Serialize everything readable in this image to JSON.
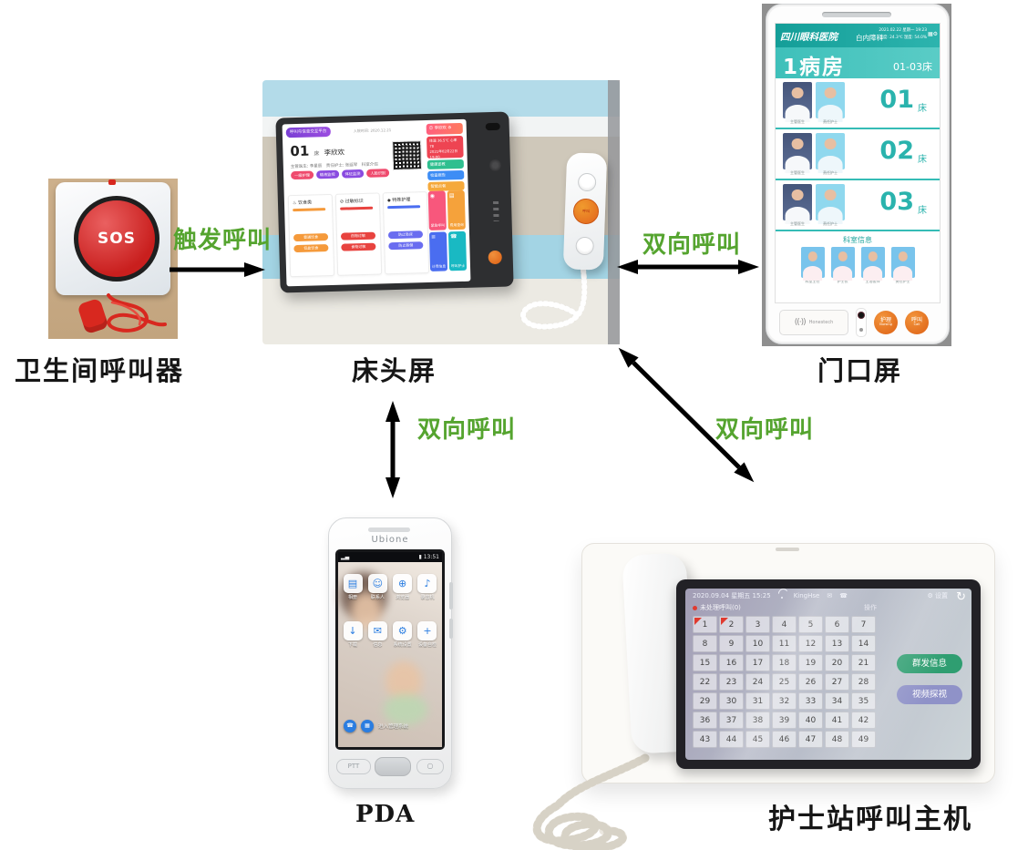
{
  "arrows": {
    "trigger": "触发呼叫",
    "bidir": "双向呼叫",
    "label_color": "#55a42f",
    "line_color": "#000000"
  },
  "captions": {
    "sos": "卫生间呼叫器",
    "bedside": "床头屏",
    "door": "门口屏",
    "pda": "PDA",
    "host": "护士站呼叫主机"
  },
  "icons": {
    "gear": "⚙",
    "calendar": "▦",
    "mail": "✉",
    "phone": "☎",
    "refresh": "↻",
    "smiley": "☺",
    "speaker_wave": "((·))",
    "battery": "▮",
    "power": "○",
    "grid": "▦"
  },
  "sos": {
    "button": "SOS"
  },
  "bedside": {
    "badge": "呼叫与信息交互平台",
    "admit": "入院时间: 2020.12.21",
    "bed_no": "01",
    "bed_word": "床",
    "patient": "李欣欢",
    "staff": "主管医生: 李星辰　责任护士: 张延琴　科室介绍",
    "pills": [
      {
        "label": "一级护理",
        "color": "#ef4b6e"
      },
      {
        "label": "输液监控",
        "color": "#8a4be0"
      },
      {
        "label": "体征监测",
        "color": "#8a4be0"
      },
      {
        "label": "人脸识别",
        "color": "#ef4b6e"
      }
    ],
    "cards": [
      {
        "title": "饮食类",
        "glyph": "♨",
        "bar": "#f59a3b",
        "p1": "普通饮食",
        "p2": "低盐饮食",
        "pc": "#f59a3b"
      },
      {
        "title": "过敏标识",
        "glyph": "⊘",
        "bar": "#e8433f",
        "p1": "药物过敏",
        "p2": "食物过敏",
        "pc": "#e8433f"
      },
      {
        "title": "特殊护理",
        "glyph": "◆",
        "bar": "#4a6df0",
        "p1": "防止坠床",
        "p2": "防止跌倒",
        "pc": "#6a6df0"
      }
    ],
    "side": {
      "name": "李欣欢",
      "line1": "体温 36.5℃ 心率 78",
      "line2": "2021年02月22日 19:00",
      "rows": [
        {
          "label": "健康宣教",
          "color": "#2fbf8f"
        },
        {
          "label": "检查报告",
          "color": "#3d8df5"
        },
        {
          "label": "智能点餐",
          "color": "#f5a93b"
        }
      ]
    },
    "tiles": [
      {
        "label": "紧急呼叫",
        "glyph": "◉",
        "color": "#f8577c"
      },
      {
        "label": "费用查询",
        "glyph": "▤",
        "color": "#f5a23b"
      },
      {
        "label": "计费信息",
        "glyph": "≡",
        "color": "#4a6df0"
      },
      {
        "label": "呼叫护士",
        "glyph": "☎",
        "color": "#19b9c3"
      }
    ],
    "handset_call": "呼叫"
  },
  "door": {
    "hospital": "四川眼科医院",
    "department": "白内障科",
    "datetime": "2021.02.22 星期一 19:23",
    "climate": "温度: 24.3℃  湿度: 54.0%",
    "ward": "1病房",
    "range": "01-03床",
    "bed_word": "床",
    "roles": {
      "doctor": "主管医生",
      "nurse": "责任护士"
    },
    "beds": [
      {
        "num": "01"
      },
      {
        "num": "02"
      },
      {
        "num": "03"
      }
    ],
    "dept_title": "科室信息",
    "dept_roles": [
      "科室主任",
      "护士长",
      "主治医师",
      "责任护士"
    ],
    "brand": "Honestech",
    "btn_nursing": {
      "cn": "护理",
      "en": "Nursing"
    },
    "btn_call": {
      "cn": "呼叫",
      "en": "Call"
    }
  },
  "pda": {
    "brand": "Ubione",
    "time": "13:51",
    "apps": [
      {
        "label": "相册",
        "glyph": "▤"
      },
      {
        "label": "联系人",
        "glyph": "☺"
      },
      {
        "label": "浏览器",
        "glyph": "⊕"
      },
      {
        "label": "录音机",
        "glyph": "♪"
      },
      {
        "label": "下载",
        "glyph": "↓"
      },
      {
        "label": "信息",
        "glyph": "✉"
      },
      {
        "label": "系统设置",
        "glyph": "⚙"
      },
      {
        "label": "设备自检",
        "glyph": "+"
      }
    ],
    "enter": "进入管理系统",
    "ptt": "PTT"
  },
  "host": {
    "status_left": "2020.09.04 星期五 15:25",
    "wifi_name": "KingHse",
    "settings": "设置",
    "alert": "未处理呼叫(0)",
    "op": "操作",
    "btn_broadcast": "群发信息",
    "btn_video": "视频探视",
    "cells": [
      {
        "n": "1",
        "flag": true
      },
      {
        "n": "2",
        "flag": true
      },
      {
        "n": "3"
      },
      {
        "n": "4"
      },
      {
        "n": "5"
      },
      {
        "n": "6"
      },
      {
        "n": "7"
      },
      {
        "n": "8"
      },
      {
        "n": "9"
      },
      {
        "n": "10"
      },
      {
        "n": "11"
      },
      {
        "n": "12"
      },
      {
        "n": "13"
      },
      {
        "n": "14"
      },
      {
        "n": "15"
      },
      {
        "n": "16"
      },
      {
        "n": "17"
      },
      {
        "n": "18"
      },
      {
        "n": "19"
      },
      {
        "n": "20"
      },
      {
        "n": "21"
      },
      {
        "n": "22"
      },
      {
        "n": "23"
      },
      {
        "n": "24"
      },
      {
        "n": "25"
      },
      {
        "n": "26"
      },
      {
        "n": "27"
      },
      {
        "n": "28"
      },
      {
        "n": "29"
      },
      {
        "n": "30"
      },
      {
        "n": "31"
      },
      {
        "n": "32"
      },
      {
        "n": "33"
      },
      {
        "n": "34"
      },
      {
        "n": "35"
      },
      {
        "n": "36"
      },
      {
        "n": "37"
      },
      {
        "n": "38"
      },
      {
        "n": "39"
      },
      {
        "n": "40"
      },
      {
        "n": "41"
      },
      {
        "n": "42"
      },
      {
        "n": "43"
      },
      {
        "n": "44"
      },
      {
        "n": "45"
      },
      {
        "n": "46"
      },
      {
        "n": "47"
      },
      {
        "n": "48"
      },
      {
        "n": "49"
      }
    ]
  }
}
